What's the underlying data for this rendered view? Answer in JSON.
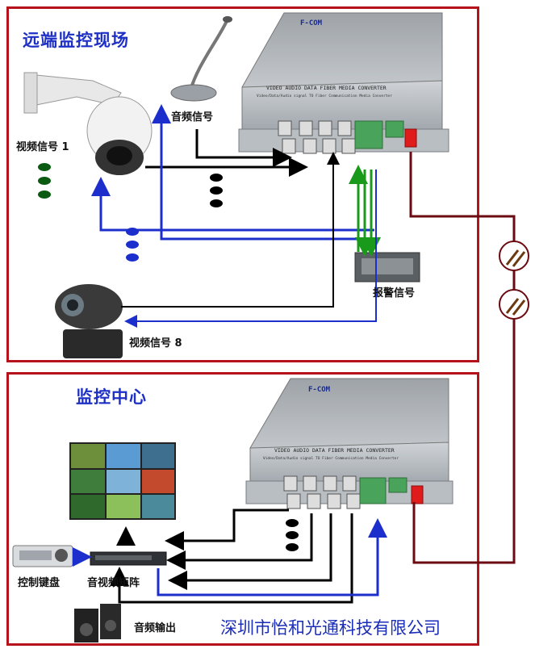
{
  "remote_site": {
    "title": "远端监控现场",
    "video_signal_1": "视频信号 1",
    "audio_signal": "音频信号",
    "alarm_signal": "报警信号",
    "video_signal_8": "视频信号 8"
  },
  "monitor_center": {
    "title": "监控中心",
    "control_keyboard": "控制键盘",
    "av_matrix": "音视频矩阵",
    "audio_output": "音频输出"
  },
  "device": {
    "brand": "F-COM",
    "model_line": "VIDEO AUDIO DATA FIBER MEDIA CONVERTER",
    "sub_line": "Video/Data/Audio signal TO Fiber Communication Media Converter"
  },
  "company": "深圳市怡和光通科技有限公司",
  "colors": {
    "border": "#b5121b",
    "title_blue": "#1d2fc4",
    "line_black": "#000000",
    "line_blue": "#1c2fcc",
    "line_green": "#1a9a1a",
    "fiber_line": "#6b0a10"
  }
}
